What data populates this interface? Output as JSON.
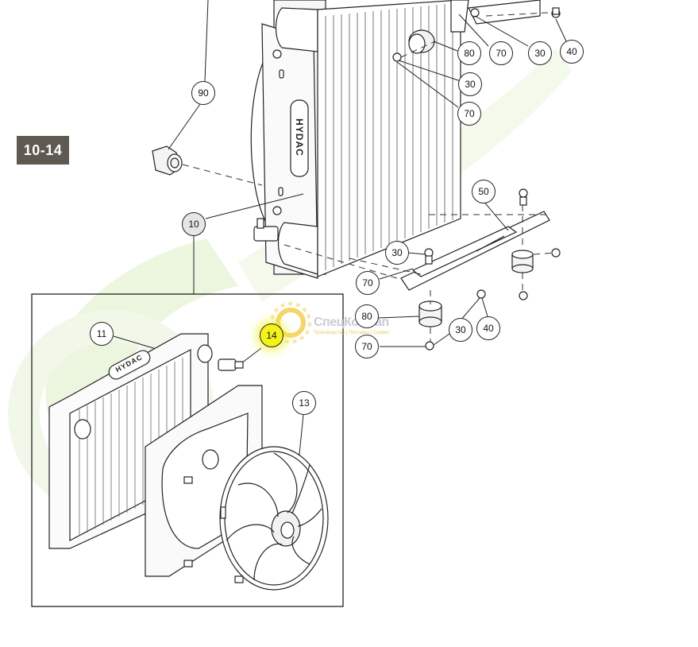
{
  "page_tag": "10-14",
  "watermark": {
    "name": "СпецКомЗап",
    "tagline": "Производство | Поставка | Сервис"
  },
  "callouts": {
    "c90": "90",
    "c10": "10",
    "c80_top": "80",
    "c70_top": "70",
    "c30_top": "30",
    "c40_top": "40",
    "c30_mid": "30",
    "c70_mid": "70",
    "c50": "50",
    "c30_left": "30",
    "c70_left": "70",
    "c80_low": "80",
    "c30_low": "30",
    "c40_low": "40",
    "c70_low": "70",
    "c11": "11",
    "c14": "14",
    "c13": "13"
  },
  "brand_labels": {
    "main_cooler": "HYDAC",
    "inset_cooler": "HYDAC"
  },
  "colors": {
    "tag_background": "#5e5a52",
    "highlight": "#f3f21a",
    "watermark_green": "#c8e6a0"
  }
}
